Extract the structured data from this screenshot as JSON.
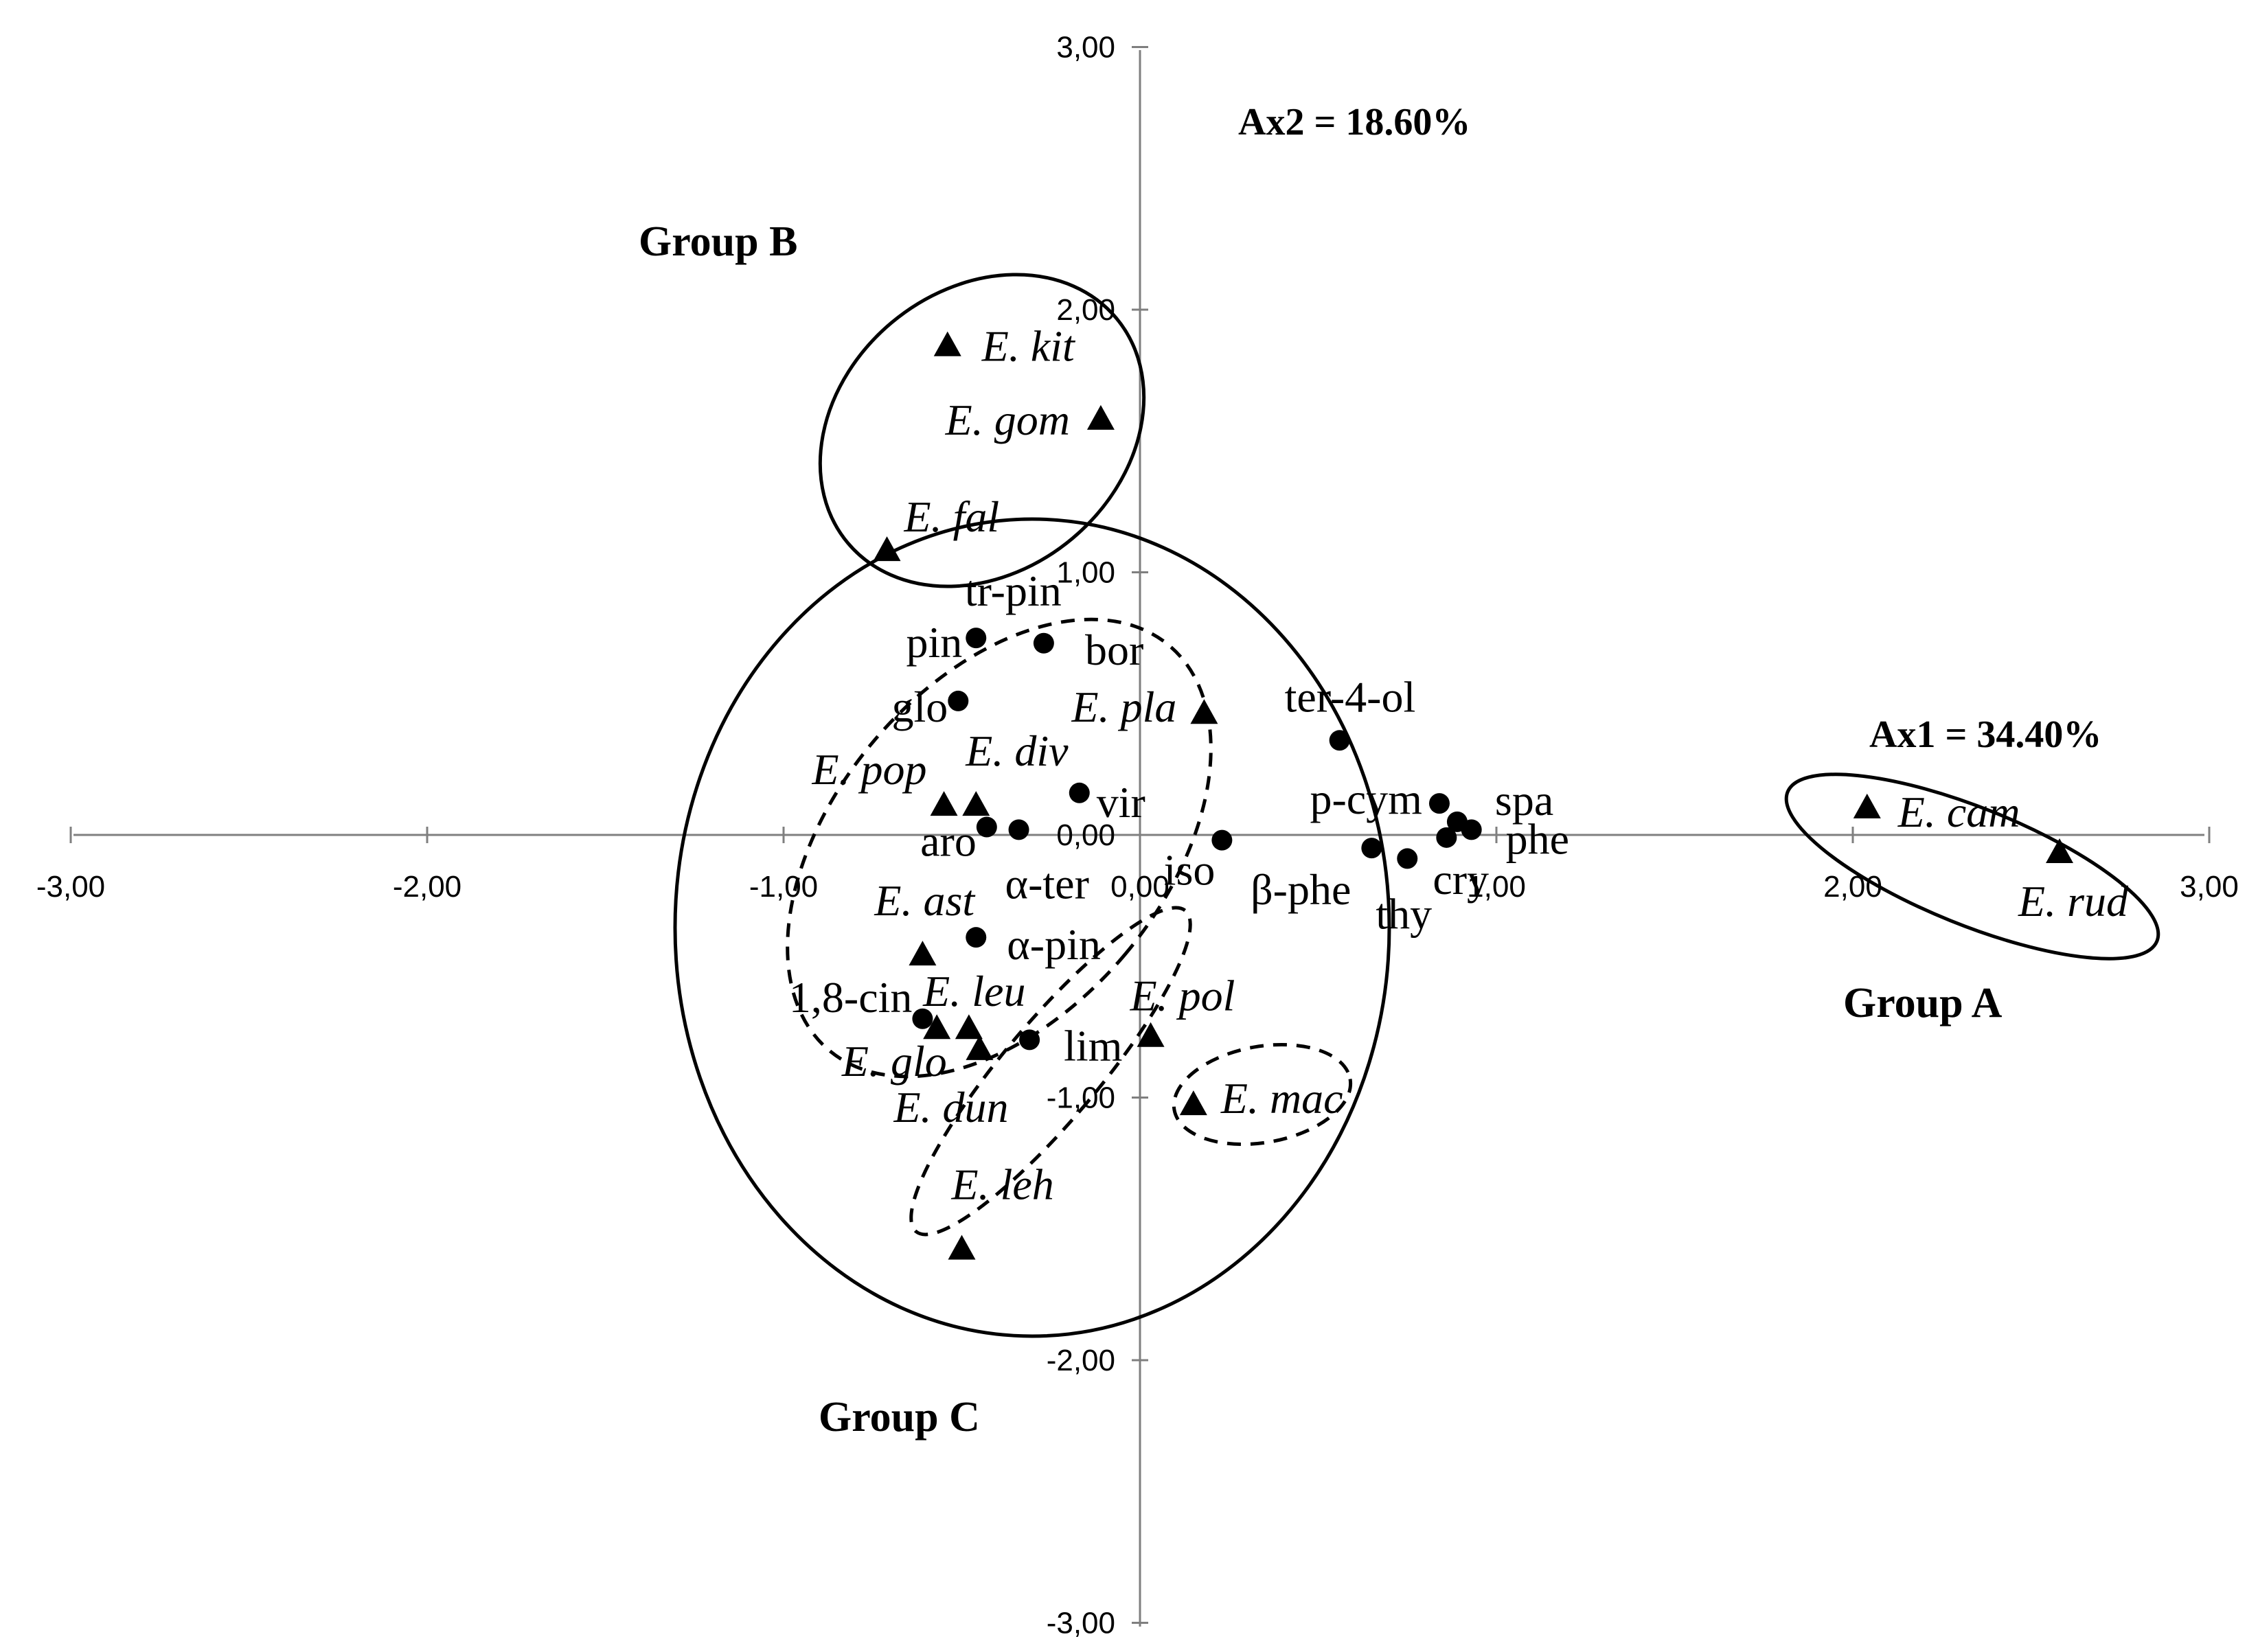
{
  "chart_data": {
    "type": "scatter",
    "xlim": [
      -3,
      3
    ],
    "ylim": [
      -3,
      3
    ],
    "x_ticks": [
      "-3,00",
      "-2,00",
      "-1,00",
      "0,00",
      "1,00",
      "2,00",
      "3,00"
    ],
    "y_ticks": [
      "-3,00",
      "-2,00",
      "-1,00",
      "0,00",
      "1,00",
      "2,00",
      "3,00"
    ],
    "axis_labels": {
      "x": "Ax1 = 34.40%",
      "y": "Ax2 = 18.60%"
    },
    "grid": false,
    "legend": "none",
    "series": [
      {
        "marker": "triangle",
        "points": [
          {
            "label": "E. kit",
            "x": -0.54,
            "y": 1.87
          },
          {
            "label": "E. gom",
            "x": -0.11,
            "y": 1.59
          },
          {
            "label": "E. fal",
            "x": -0.71,
            "y": 1.09
          },
          {
            "label": "E. pla",
            "x": 0.18,
            "y": 0.47
          },
          {
            "label": "E. pop",
            "x": -0.55,
            "y": 0.12
          },
          {
            "label": "E. div",
            "x": -0.46,
            "y": 0.12
          },
          {
            "label": "E. ast",
            "x": -0.61,
            "y": -0.45
          },
          {
            "label": "E. leu",
            "x": -0.57,
            "y": -0.73
          },
          {
            "label": "E. glo",
            "x": -0.48,
            "y": -0.73
          },
          {
            "label": "E. dun",
            "x": -0.45,
            "y": -0.81
          },
          {
            "label": "E. pol",
            "x": 0.03,
            "y": -0.76
          },
          {
            "label": "E. mac",
            "x": 0.15,
            "y": -1.02
          },
          {
            "label": "E. leh",
            "x": -0.5,
            "y": -1.57
          },
          {
            "label": "E. cam",
            "x": 2.04,
            "y": 0.11
          },
          {
            "label": "E. rud",
            "x": 2.58,
            "y": -0.06
          }
        ]
      },
      {
        "marker": "circle",
        "points": [
          {
            "label": "pin",
            "x": -0.46,
            "y": 0.75
          },
          {
            "label": "tr-pin",
            "x": -0.27,
            "y": 0.73
          },
          {
            "label": "glo",
            "x": -0.51,
            "y": 0.51
          },
          {
            "label": "vir",
            "x": -0.17,
            "y": 0.16
          },
          {
            "label": "aro",
            "x": -0.43,
            "y": 0.03
          },
          {
            "label": "α-ter",
            "x": -0.34,
            "y": 0.02
          },
          {
            "label": "iso",
            "x": 0.23,
            "y": -0.02
          },
          {
            "label": "ter-4-ol",
            "x": 0.56,
            "y": 0.36
          },
          {
            "label": "p-cym",
            "x": 0.84,
            "y": 0.12
          },
          {
            "label": "spa",
            "x": 0.89,
            "y": 0.05
          },
          {
            "label": "phe",
            "x": 0.93,
            "y": 0.02
          },
          {
            "label": "cry",
            "x": 0.86,
            "y": -0.01
          },
          {
            "label": "β-phe",
            "x": 0.65,
            "y": -0.05
          },
          {
            "label": "thy",
            "x": 0.75,
            "y": -0.09
          },
          {
            "label": "α-pin",
            "x": -0.46,
            "y": -0.39
          },
          {
            "label": "1,8-cin",
            "x": -0.61,
            "y": -0.7
          },
          {
            "label": "lim",
            "x": -0.31,
            "y": -0.78
          }
        ]
      }
    ],
    "annotations": [
      "Group B",
      "Group A",
      "Group C",
      "bor"
    ]
  }
}
